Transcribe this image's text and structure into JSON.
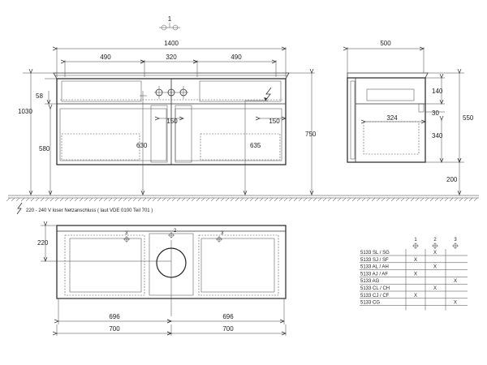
{
  "drawing": {
    "front_view": {
      "ref_marker": "1",
      "dims": {
        "total_width": "1400",
        "left_section": "490",
        "middle_section": "320",
        "right_section": "490",
        "top_offset": "58",
        "total_height": "1030",
        "left_drawer_height": "580",
        "left_pos": "630",
        "hole_spacing_left": "150",
        "hole_spacing_right": "150",
        "right_pos": "635",
        "right_height": "750"
      }
    },
    "side_view": {
      "dims": {
        "depth": "500",
        "top_gap": "140",
        "total_height": "550",
        "shelf_gap": "30",
        "inner_depth": "324",
        "drawer_height": "340",
        "floor_clearance": "200"
      }
    },
    "power_note": "220 - 240 V loser Netzanschluss ( laut VDE 0100 Teil 701 )",
    "plan_view": {
      "dims": {
        "depth": "220",
        "inner_left": "696",
        "inner_right": "696",
        "outer_left": "700",
        "outer_right": "700"
      },
      "markers": [
        "3",
        "2",
        "3"
      ]
    },
    "variant_table": {
      "columns": [
        "1",
        "2",
        "3"
      ],
      "rows": [
        {
          "code": "5133 SL / SG",
          "marks": [
            "",
            "X",
            ""
          ]
        },
        {
          "code": "5133 SJ / SF",
          "marks": [
            "X",
            "",
            ""
          ]
        },
        {
          "code": "5133 AL / AH",
          "marks": [
            "",
            "X",
            ""
          ]
        },
        {
          "code": "5133 AJ / AF",
          "marks": [
            "X",
            "",
            ""
          ]
        },
        {
          "code": "5133 AG",
          "marks": [
            "",
            "",
            "X"
          ]
        },
        {
          "code": "5133 CL / CH",
          "marks": [
            "",
            "X",
            ""
          ]
        },
        {
          "code": "5133 CJ / CF",
          "marks": [
            "X",
            "",
            ""
          ]
        },
        {
          "code": "5133 CG",
          "marks": [
            "",
            "",
            "X"
          ]
        }
      ]
    }
  }
}
